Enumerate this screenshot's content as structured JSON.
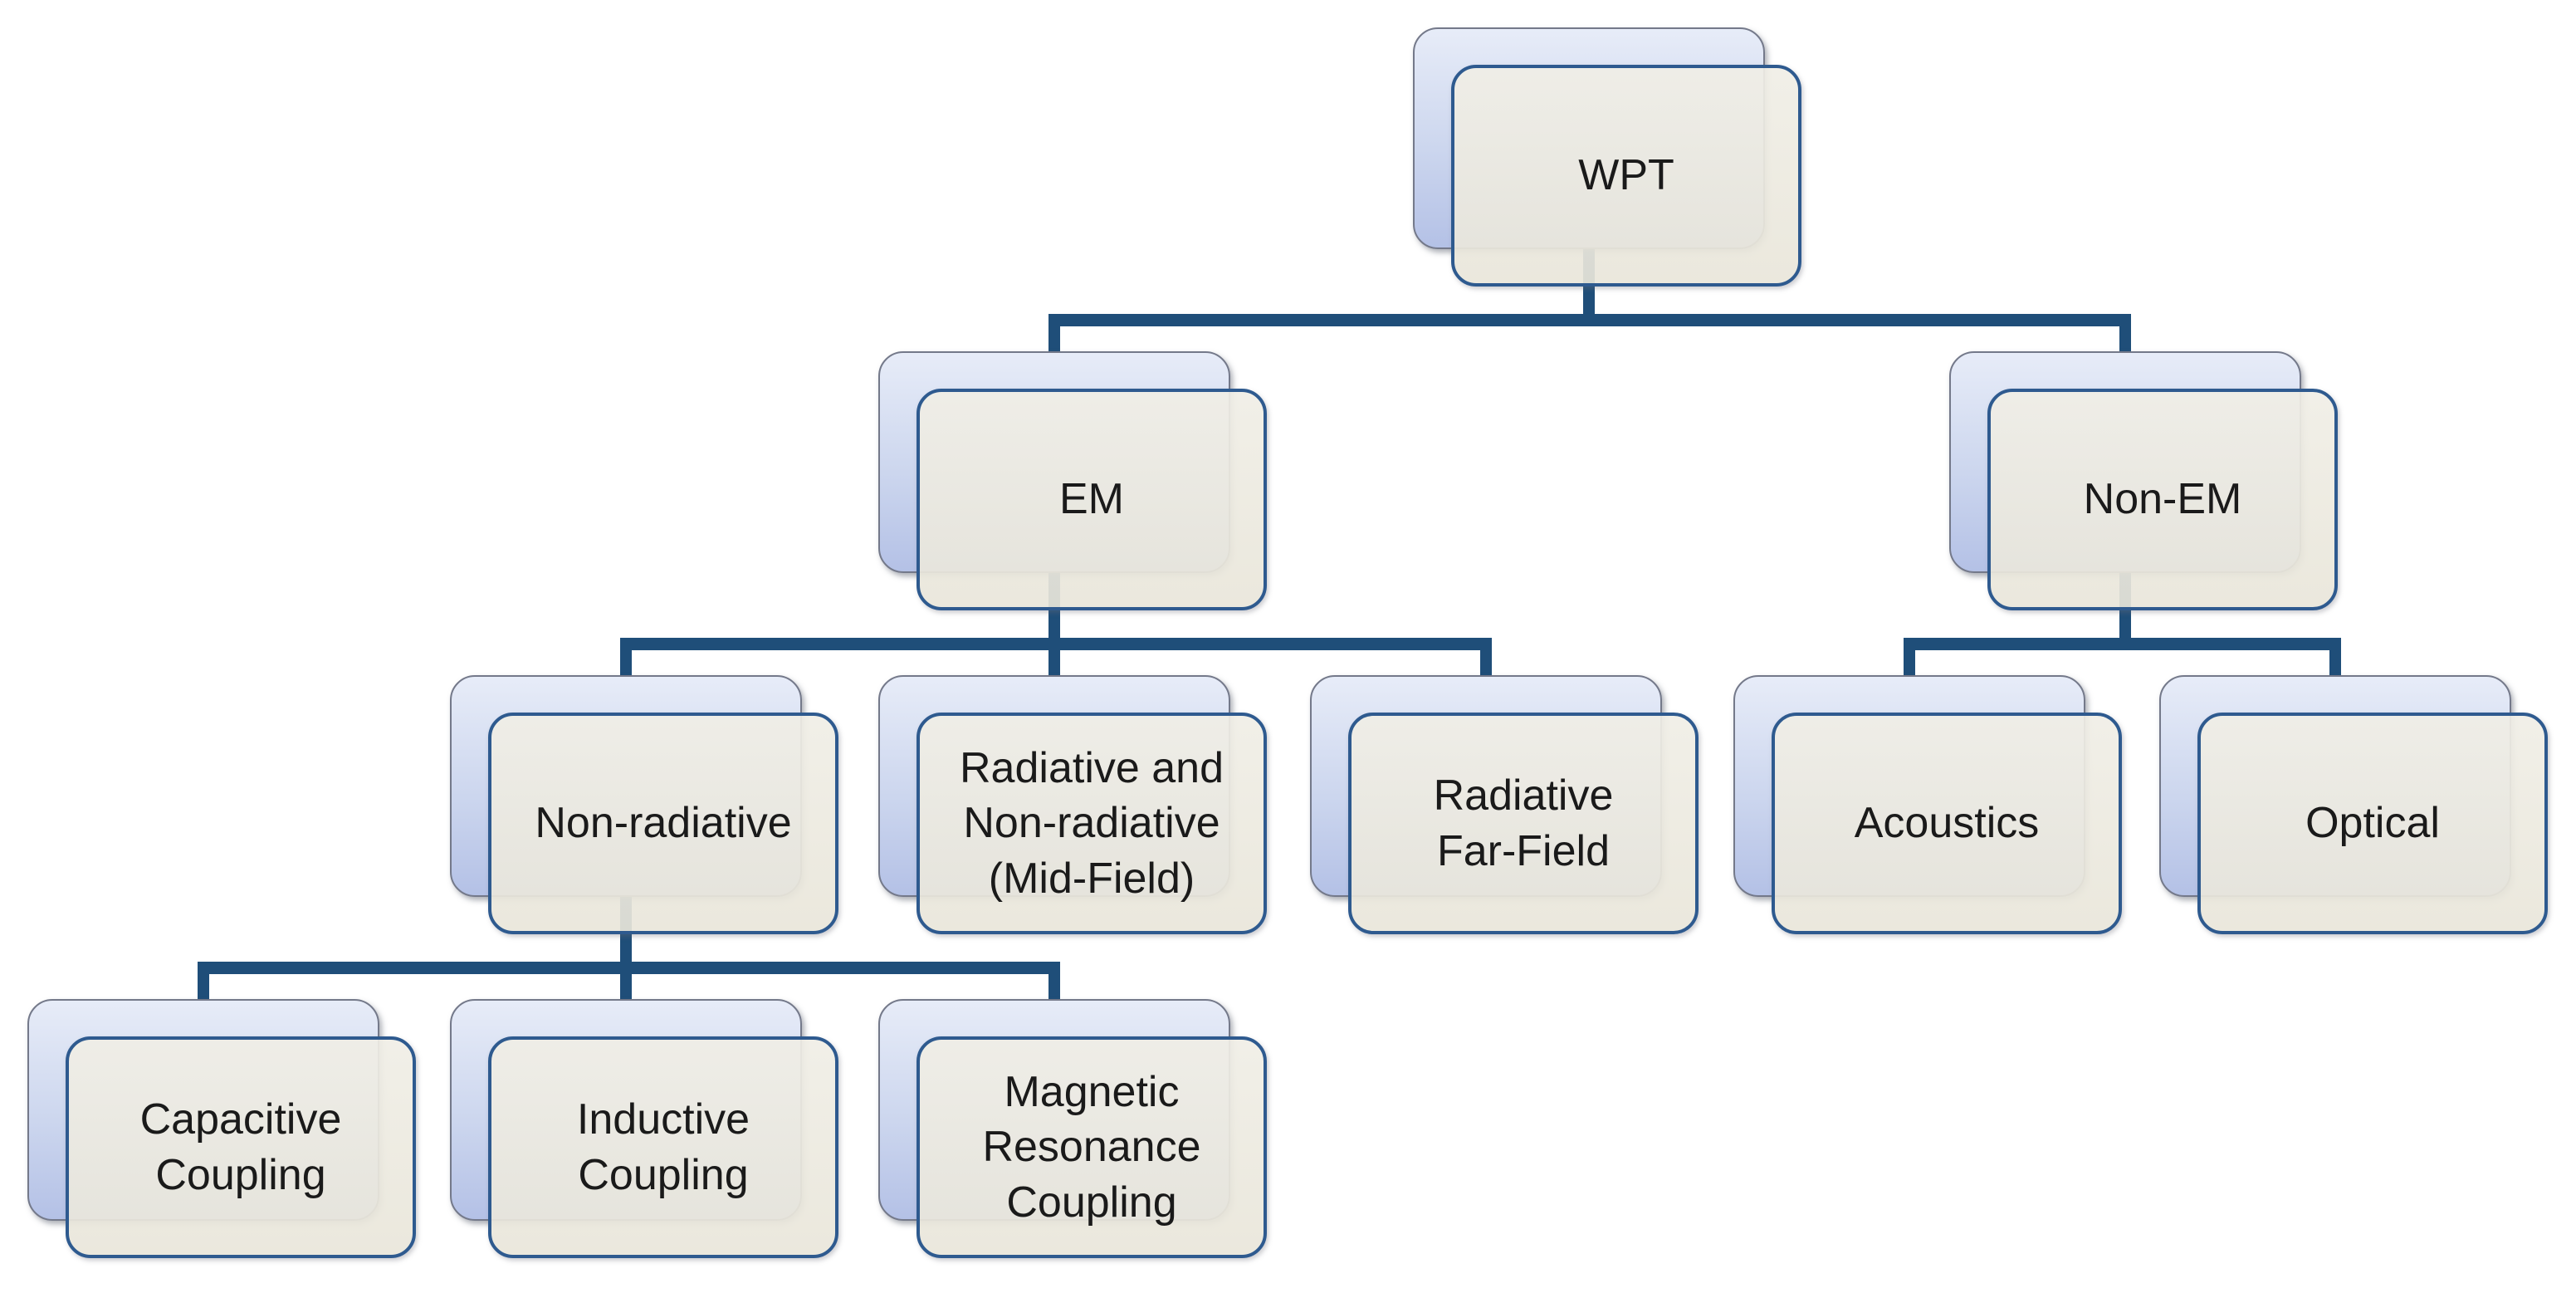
{
  "diagram": {
    "type": "hierarchy-tree",
    "topic": "WPT",
    "colors": {
      "connector": "#1f4e79",
      "card_border": "#2e5a8f",
      "card_fill": "#f0eee6",
      "card_fill_bottom": "#e9e6da",
      "back_fill_top": "#e7ecf8",
      "back_fill_mid": "#ccd6ee",
      "back_fill_bottom": "#b4c1e6",
      "back_border": "#74798a",
      "text": "#1a1a1a",
      "background": "#ffffff"
    },
    "hierarchy": {
      "label": "WPT",
      "children": [
        {
          "label": "EM",
          "children": [
            {
              "label": "Non-radiative",
              "children": [
                {
                  "label": "Capacitive Coupling"
                },
                {
                  "label": "Inductive Coupling"
                },
                {
                  "label": "Magnetic Resonance Coupling"
                }
              ]
            },
            {
              "label": "Radiative and Non-radiative (Mid-Field)"
            },
            {
              "label": "Radiative Far-Field"
            }
          ]
        },
        {
          "label": "Non-EM",
          "children": [
            {
              "label": "Acoustics"
            },
            {
              "label": "Optical"
            }
          ]
        }
      ]
    }
  },
  "nodes": {
    "wpt": {
      "label": "WPT"
    },
    "em": {
      "label": "EM"
    },
    "non_em": {
      "label": "Non-EM"
    },
    "non_radiative": {
      "label": "Non-radiative"
    },
    "mid_field": {
      "label": "Radiative and\nNon-radiative\n(Mid-Field)"
    },
    "radiative_far_field": {
      "label": "Radiative\nFar-Field"
    },
    "acoustics": {
      "label": "Acoustics"
    },
    "optical": {
      "label": "Optical"
    },
    "capacitive": {
      "label": "Capacitive\nCoupling"
    },
    "inductive": {
      "label": "Inductive\nCoupling"
    },
    "magnetic_resonance": {
      "label": "Magnetic\nResonance\nCoupling"
    }
  }
}
